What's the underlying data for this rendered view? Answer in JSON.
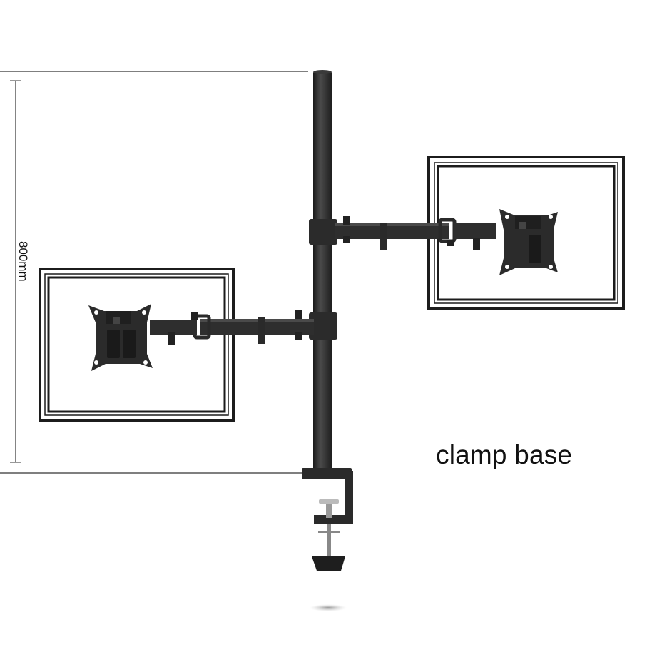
{
  "dimension": {
    "height_label": "800mm"
  },
  "caption": {
    "text": "clamp base"
  },
  "product": {
    "type": "dual monitor desk mount",
    "parts": [
      "pole",
      "upper-arm",
      "lower-arm",
      "upper-vesa-plate",
      "lower-vesa-plate",
      "clamp"
    ],
    "colors": {
      "metal": "#2b2b2b",
      "frame": "#1c1c1c",
      "background": "#ffffff"
    }
  }
}
